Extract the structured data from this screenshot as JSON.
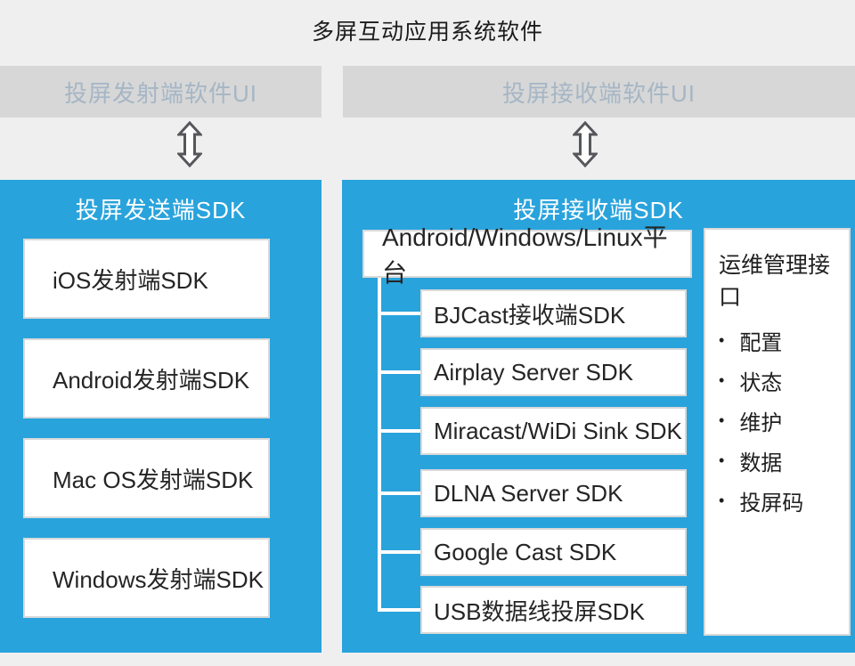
{
  "title": "多屏互动应用系统软件",
  "ui_bars": {
    "sender_ui": "投屏发射端软件UI",
    "receiver_ui": "投屏接收端软件UI"
  },
  "sender_panel": {
    "header": "投屏发送端SDK",
    "boxes": [
      "iOS发射端SDK",
      "Android发射端SDK",
      "Mac OS发射端SDK",
      "Windows发射端SDK"
    ]
  },
  "receiver_panel": {
    "header": "投屏接收端SDK",
    "platform_box": "Android/Windows/Linux平台",
    "sdk_boxes": [
      "BJCast接收端SDK",
      "Airplay Server SDK",
      "Miracast/WiDi Sink SDK",
      "DLNA Server SDK",
      "Google Cast SDK",
      "USB数据线投屏SDK"
    ],
    "ops_panel": {
      "heading": "运维管理接口",
      "bullet": "•",
      "items": [
        "配置",
        "状态",
        "维护",
        "数据",
        "投屏码"
      ]
    }
  },
  "colors": {
    "panel_blue": "#29a3dc",
    "bar_gray": "#d7d7d7",
    "bar_text": "#a5b6c5",
    "background": "#f0eff0",
    "arrow_outline": "#56575b"
  }
}
